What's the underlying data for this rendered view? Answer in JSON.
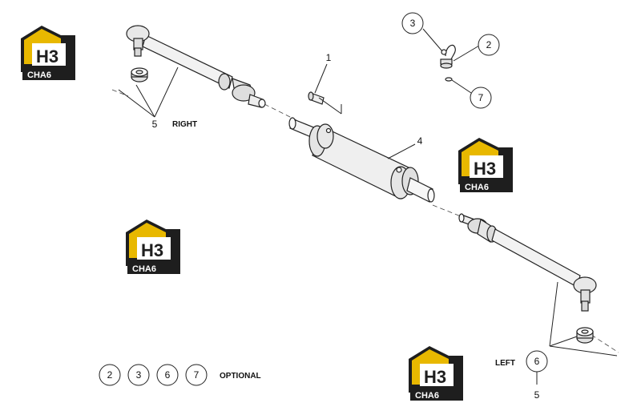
{
  "labels": {
    "right": "RIGHT",
    "left": "LEFT",
    "optional": "OPTIONAL"
  },
  "callouts": {
    "c1": "1",
    "c2": "2",
    "c3": "3",
    "c4": "4",
    "c5_top": "5",
    "c5_bottom": "5",
    "c6": "6",
    "c7": "7"
  },
  "optional_items": [
    "2",
    "3",
    "6",
    "7"
  ],
  "watermark": {
    "mark": "H3",
    "word": "CHA6",
    "colors": {
      "gold": "#e8b800",
      "dark": "#1e1e1e",
      "white": "#ffffff"
    }
  }
}
